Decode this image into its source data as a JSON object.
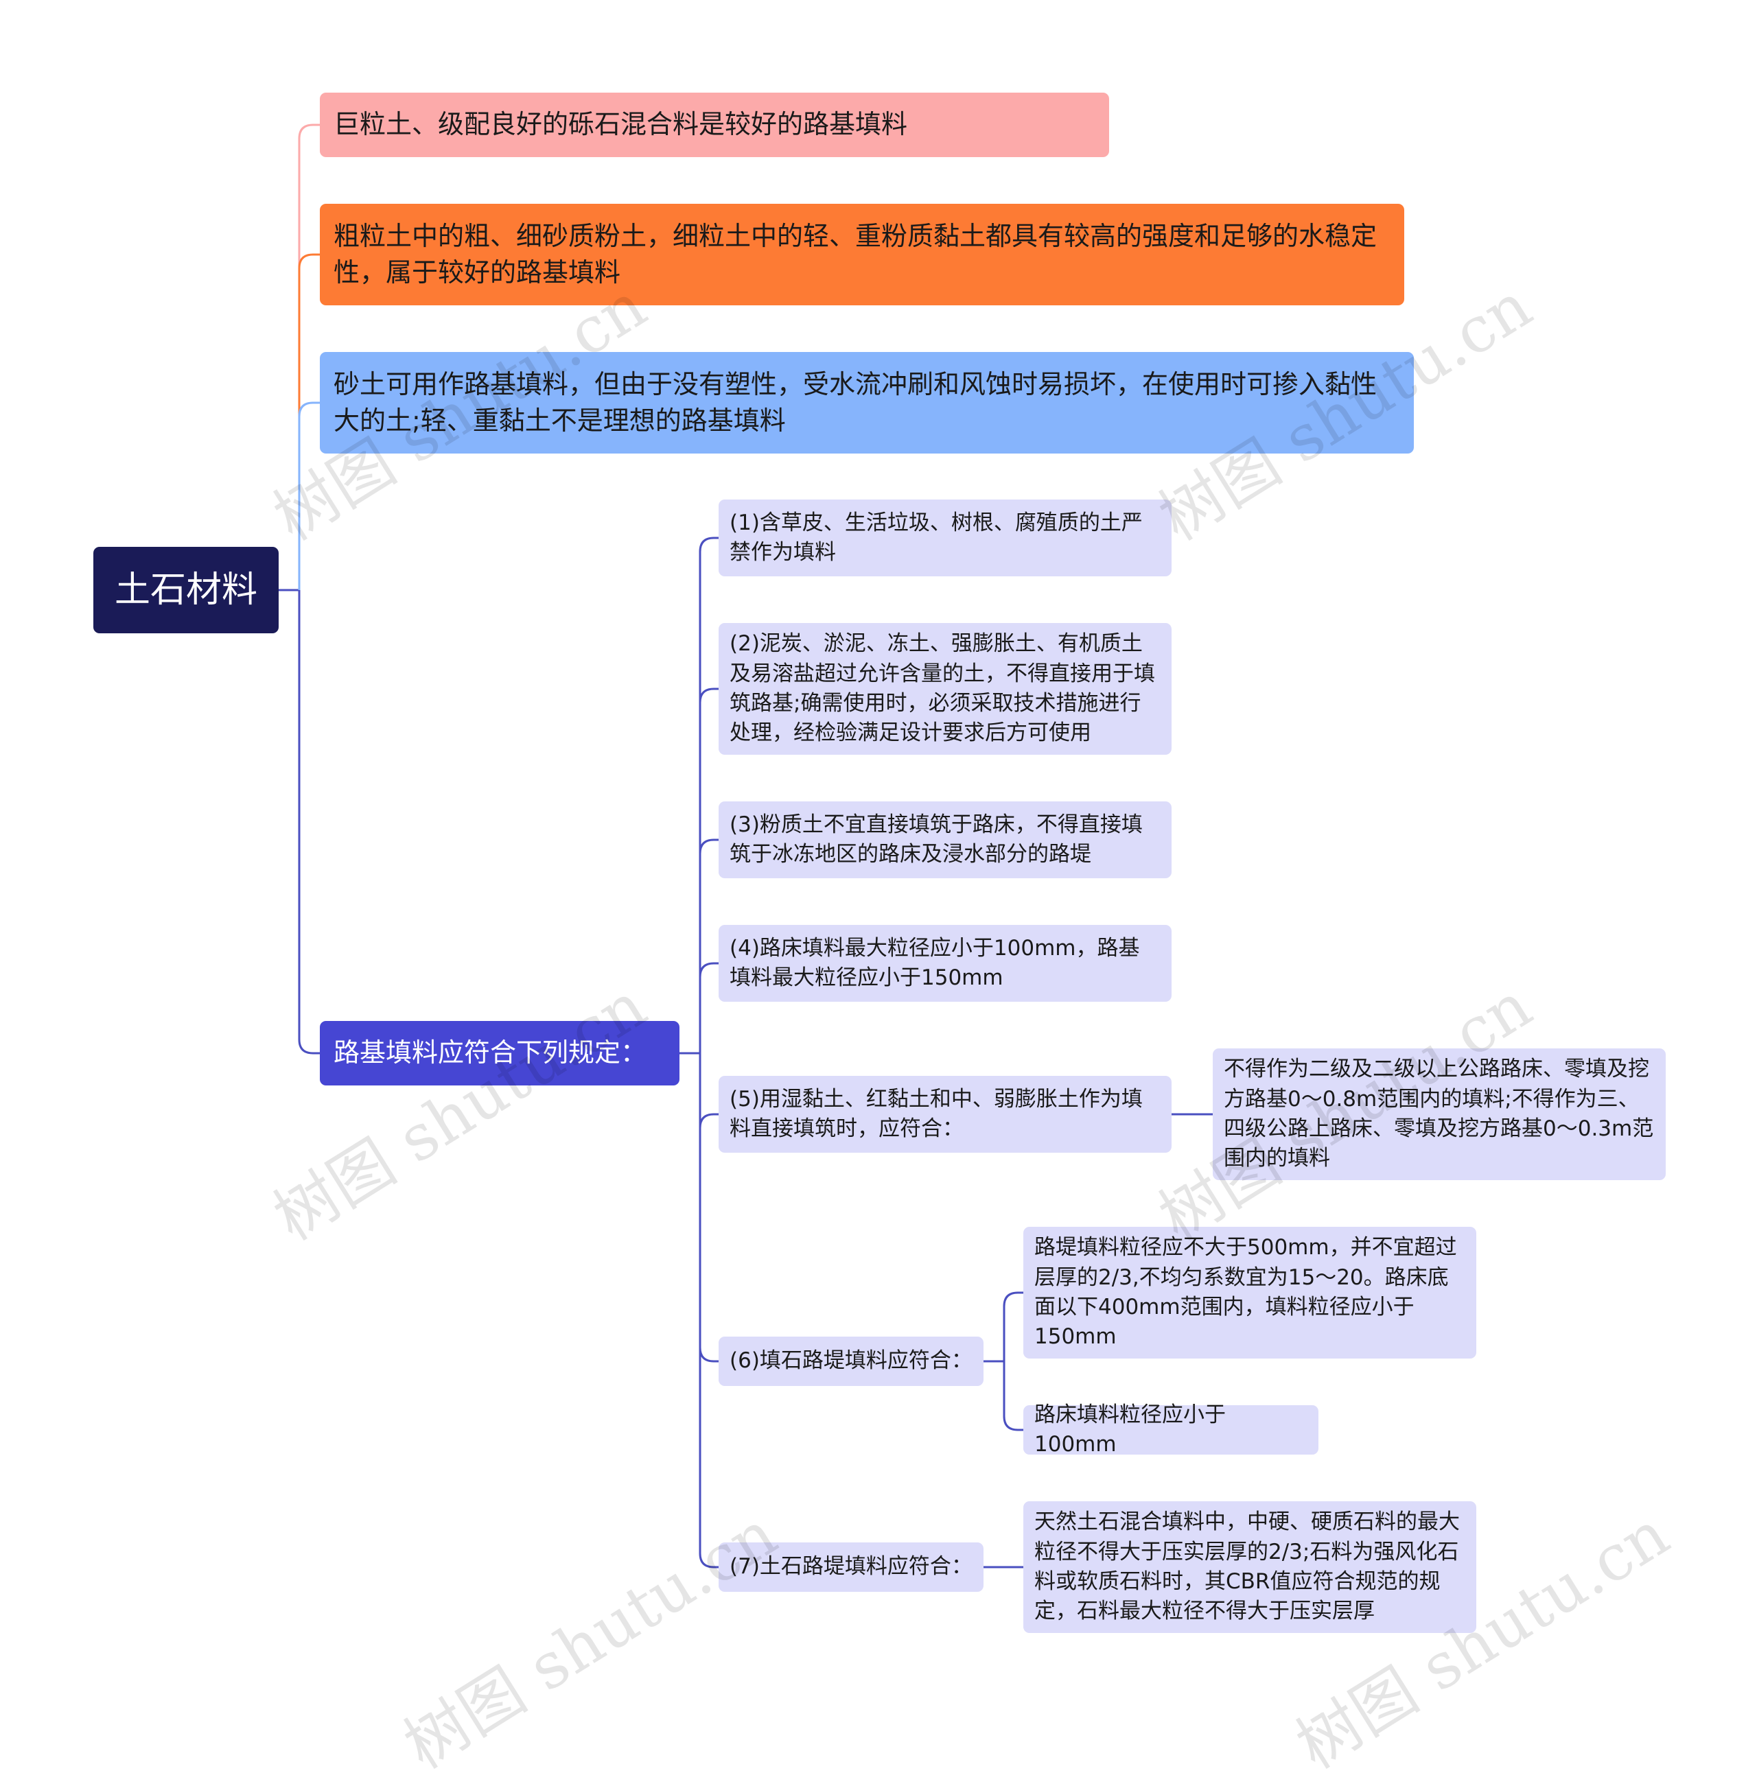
{
  "root": {
    "label": "土石材料",
    "color": "#1a1b57"
  },
  "branches": [
    {
      "label": "巨粒土、级配良好的砾石混合料是较好的路基填料",
      "color": "#fcaaaa"
    },
    {
      "label": "粗粒土中的粗、细砂质粉土，细粒土中的轻、重粉质黏土都具有较高的强度和足够的水稳定性，属于较好的路基填料",
      "color": "#fd7b34"
    },
    {
      "label": "砂土可用作路基填料，但由于没有塑性，受水流冲刷和风蚀时易损坏，在使用时可掺入黏性大的土;轻、重黏土不是理想的路基填料",
      "color": "#86b4fc"
    },
    {
      "label": "路基填料应符合下列规定：",
      "color": "#4646d3"
    }
  ],
  "rules": [
    {
      "label": "(1)含草皮、生活垃圾、树根、腐殖质的土严禁作为填料"
    },
    {
      "label": "(2)泥炭、淤泥、冻土、强膨胀土、有机质土及易溶盐超过允许含量的土，不得直接用于填筑路基;确需使用时，必须采取技术措施进行处理，经检验满足设计要求后方可使用"
    },
    {
      "label": "(3)粉质土不宜直接填筑于路床，不得直接填筑于冰冻地区的路床及浸水部分的路堤"
    },
    {
      "label": "(4)路床填料最大粒径应小于100mm，路基填料最大粒径应小于150mm"
    },
    {
      "label": "(5)用湿黏土、红黏土和中、弱膨胀土作为填料直接填筑时，应符合：",
      "children": [
        "不得作为二级及二级以上公路路床、零填及挖方路基0～0.8m范围内的填料;不得作为三、四级公路上路床、零填及挖方路基0～0.3m范围内的填料"
      ]
    },
    {
      "label": "(6)填石路堤填料应符合：",
      "children": [
        "路堤填料粒径应不大于500mm，并不宜超过层厚的2/3,不均匀系数宜为15～20。路床底面以下400mm范围内，填料粒径应小于150mm",
        "路床填料粒径应小于100mm"
      ]
    },
    {
      "label": "(7)土石路堤填料应符合：",
      "children": [
        "天然土石混合填料中，中硬、硬质石料的最大粒径不得大于压实层厚的2/3;石料为强风化石料或软质石料时，其CBR值应符合规范的规定，石料最大粒径不得大于压实层厚"
      ]
    }
  ],
  "watermark": "树图 shutu.cn",
  "colors": {
    "connector_rules": "#4a4fc0",
    "node_light": "#dcdcfa"
  }
}
